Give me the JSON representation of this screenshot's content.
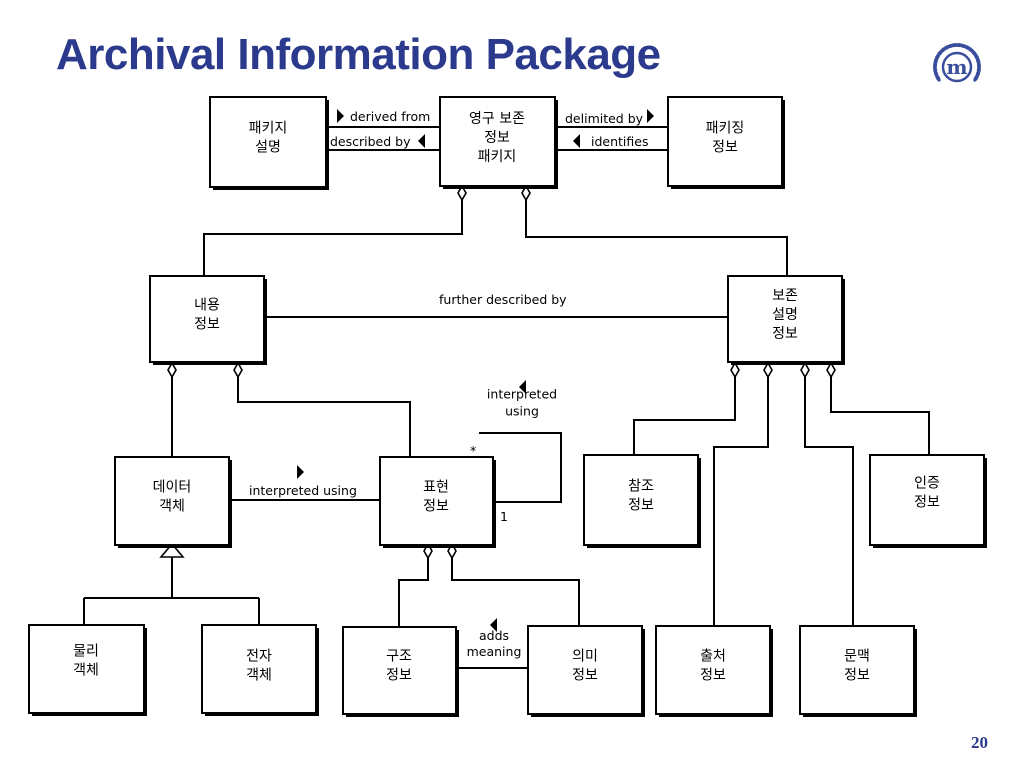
{
  "page": {
    "title": "Archival Information Package",
    "page_number": "20"
  },
  "colors": {
    "title": "#2b3a8c",
    "page_number": "#2b3a8c",
    "logo": "#3b4e9e",
    "box_line": "#000000"
  },
  "logo": {
    "icon": "laurel-wreath-logo"
  },
  "boxes": {
    "pdi": [
      "패키지",
      "설명"
    ],
    "aip": [
      "영구 보존",
      "정보",
      "패키지"
    ],
    "pkg": [
      "패키징",
      "정보"
    ],
    "content": [
      "내용",
      "정보"
    ],
    "pres": [
      "보존",
      "설명",
      "정보"
    ],
    "dataobj": [
      "데이터",
      "객체"
    ],
    "repr": [
      "표현",
      "정보"
    ],
    "ref": [
      "참조",
      "정보"
    ],
    "fixity": [
      "인증",
      "정보"
    ],
    "phys": [
      "물리",
      "객체"
    ],
    "digital": [
      "전자",
      "객체"
    ],
    "struct": [
      "구조",
      "정보"
    ],
    "semantic": [
      "의미",
      "정보"
    ],
    "prov": [
      "출처",
      "정보"
    ],
    "context": [
      "문맥",
      "정보"
    ]
  },
  "relations": {
    "derived_from": "derived from",
    "described_by": "described by",
    "delimited_by": "delimited by",
    "identifies": "identifies",
    "further_described_by": "further described by",
    "interpreted_using_self": [
      "interpreted",
      "using"
    ],
    "interpreted_using": "interpreted using",
    "adds_meaning": [
      "adds",
      "meaning"
    ]
  },
  "multiplicity": {
    "many": "*",
    "one": "1"
  }
}
